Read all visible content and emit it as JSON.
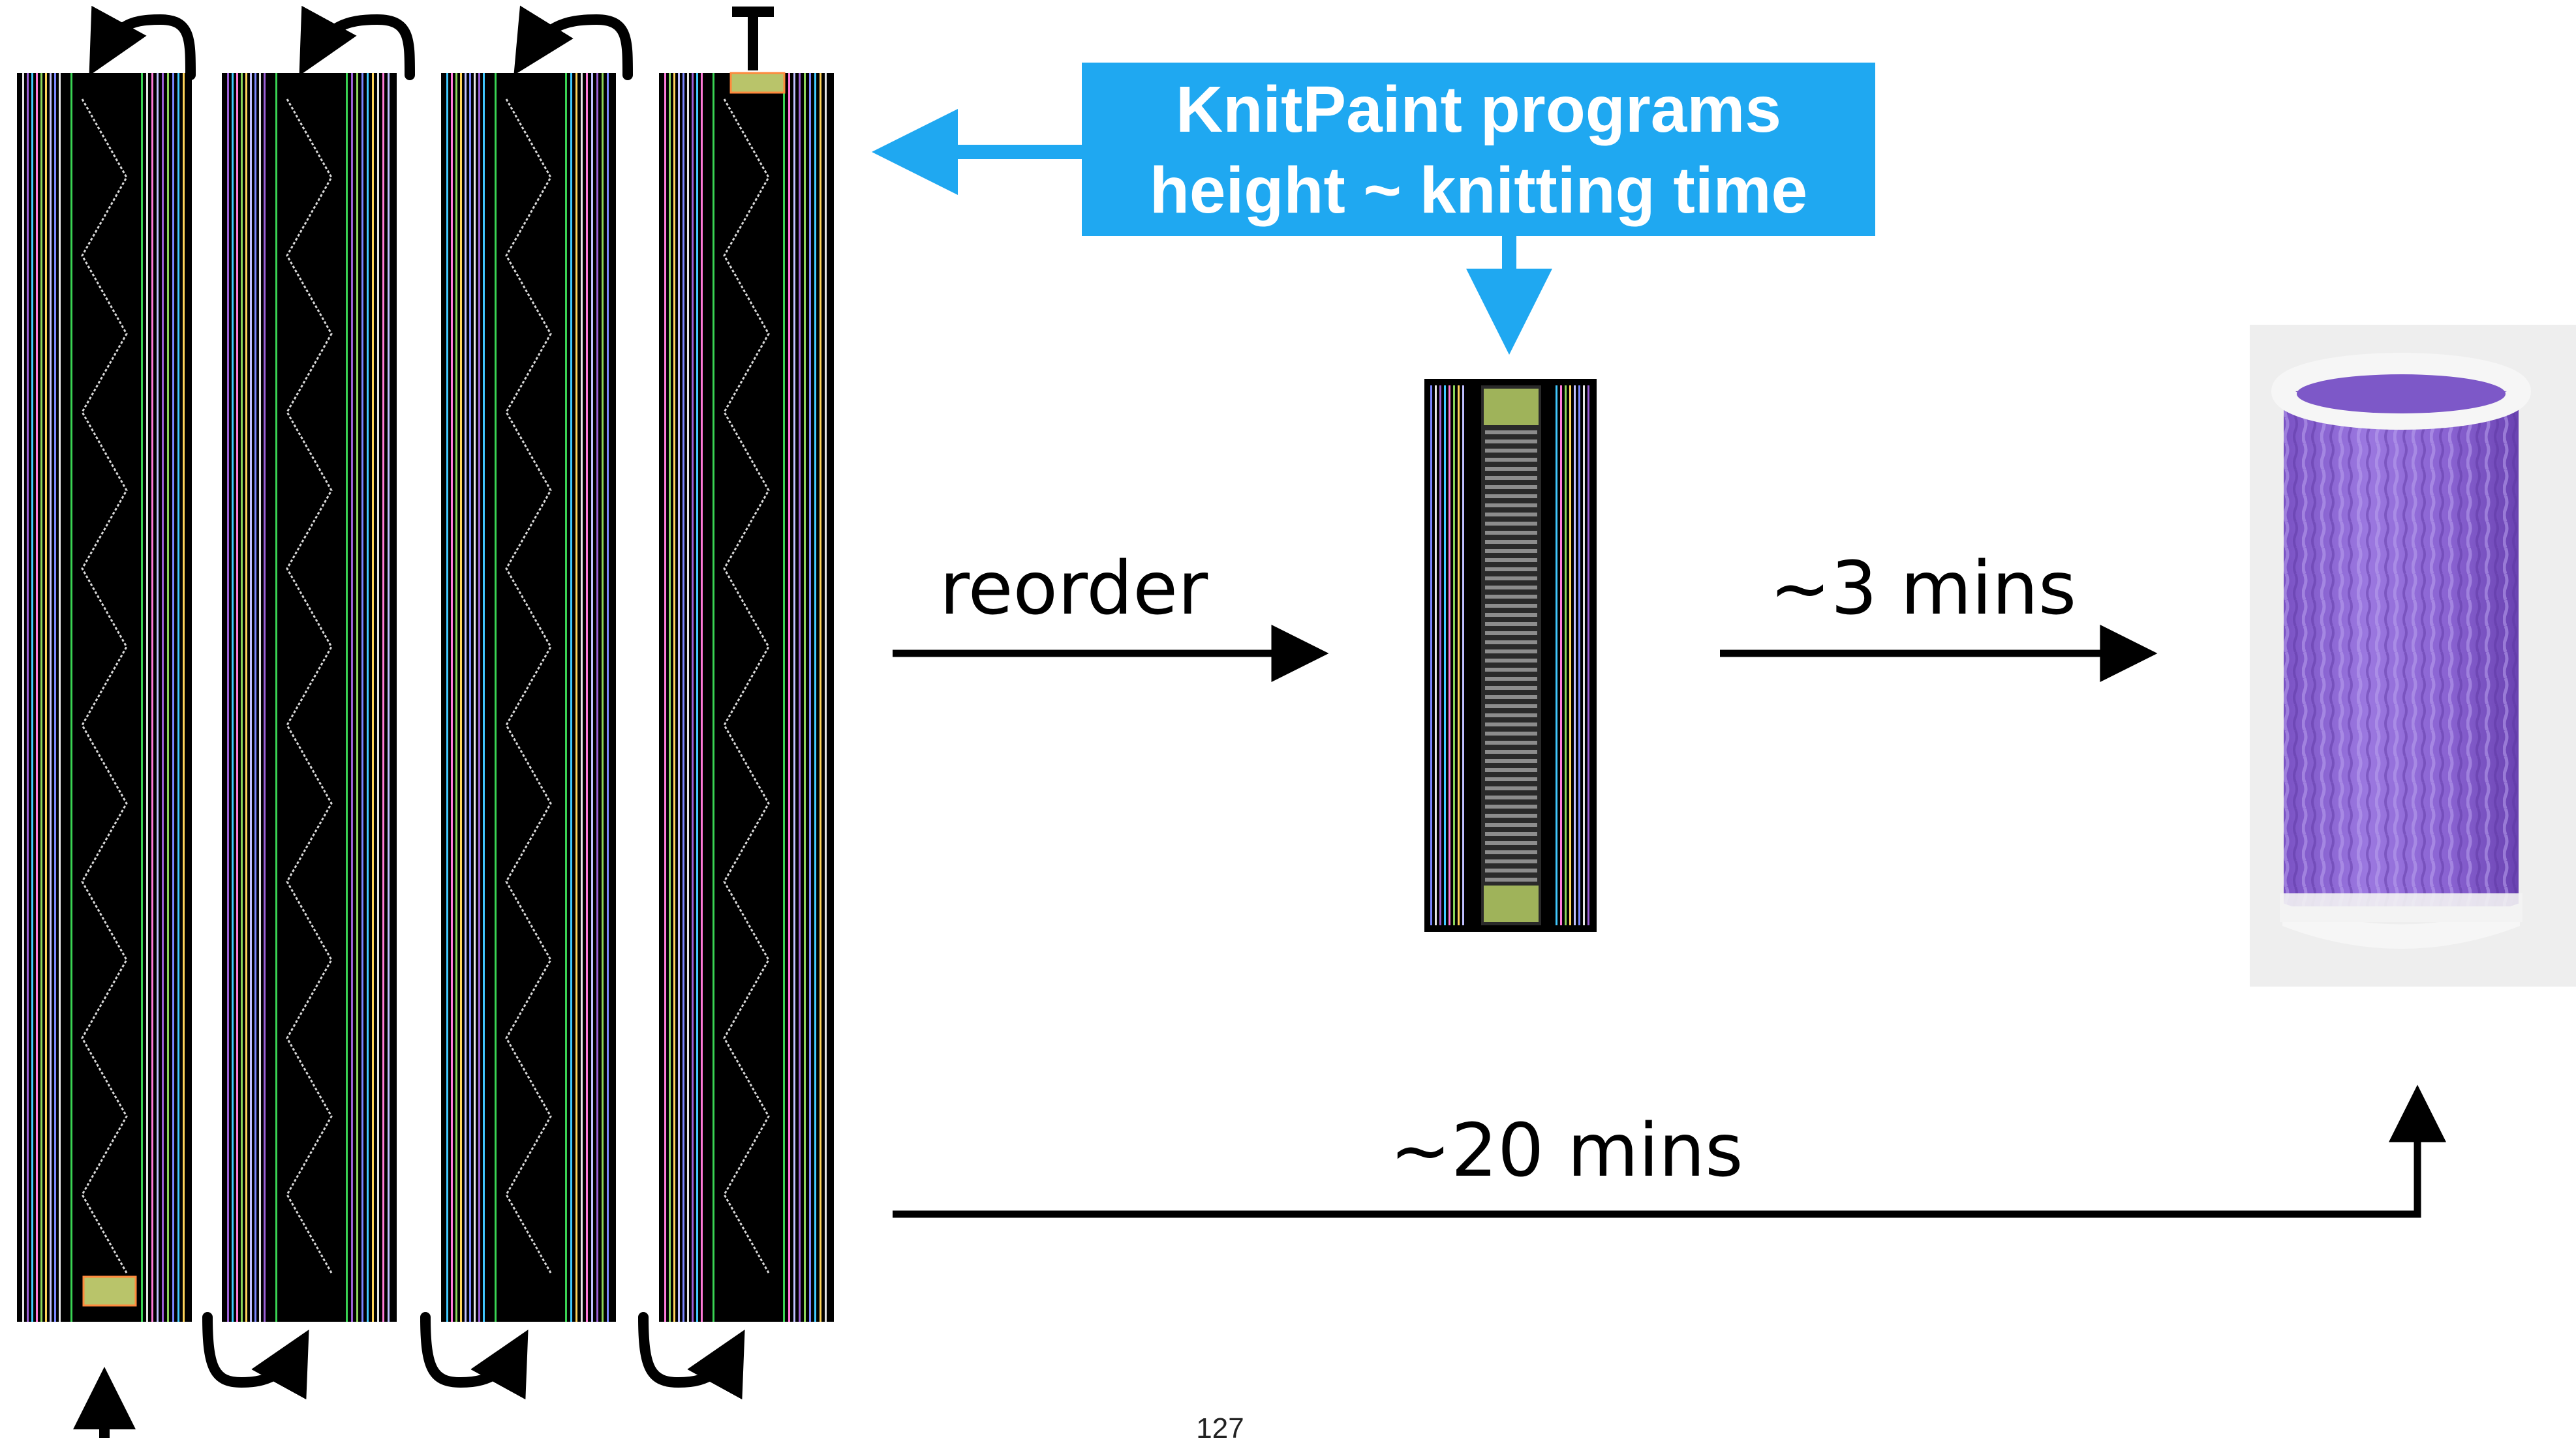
{
  "callout": {
    "line1": "KnitPaint programs",
    "line2": "height ~ knitting time",
    "color": "#1fa8f1"
  },
  "steps": {
    "reorder_label": "reorder",
    "short_time_label": "~3 mins",
    "long_time_label": "~20 mins"
  },
  "figures": {
    "long_program_panels": 4,
    "short_program": "reordered KnitPaint program",
    "result": "knitted tube photo"
  },
  "colors": {
    "program_background": "#000000",
    "tube_purple": "#8a63d2",
    "tube_rim": "#f2f2f2"
  },
  "page_number": "127"
}
